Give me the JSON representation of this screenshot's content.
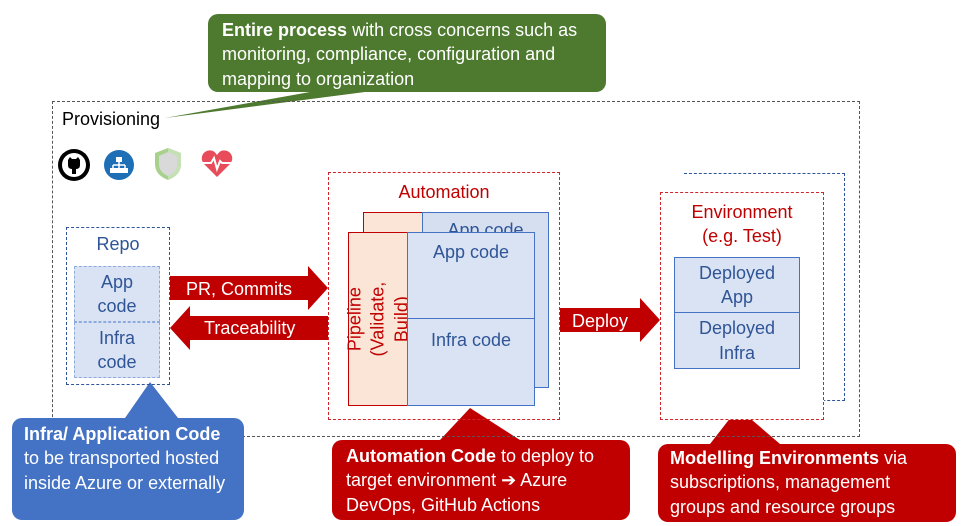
{
  "callouts": {
    "top": {
      "bold": "Entire process",
      "rest": " with cross concerns such as monitoring, compliance, configuration and mapping to organization",
      "color": "#4e7a2f"
    },
    "code": {
      "bold": "Infra/ Application Code",
      "rest": " to be transported hosted inside Azure or externally",
      "color": "#4472c4"
    },
    "automation": {
      "bold": "Automation Code",
      "rest": " to deploy to target environment ➔ Azure DevOps, GitHub Actions",
      "color": "#c00000"
    },
    "environments": {
      "bold": "Modelling Environments",
      "rest": " via subscriptions, management groups and resource groups",
      "color": "#c00000"
    }
  },
  "provisioning": {
    "title": "Provisioning"
  },
  "icons": [
    "github-icon",
    "azure-devops-icon",
    "shield-icon",
    "heart-monitor-icon"
  ],
  "repo": {
    "title": "Repo",
    "app_code": "App code",
    "infra_code": "Infra code"
  },
  "arrows": {
    "pr_commits": "PR, Commits",
    "traceability": "Traceability",
    "deploy": "Deploy"
  },
  "automation": {
    "title": "Automation",
    "back_app_code": "App code",
    "pipeline": "Pipeline (Validate, Build)",
    "app_code": "App code",
    "infra_code": "Infra code"
  },
  "environment": {
    "title": "Environment (e.g. Test)",
    "deployed_app": "Deployed App",
    "deployed_infra": "Deployed Infra"
  }
}
